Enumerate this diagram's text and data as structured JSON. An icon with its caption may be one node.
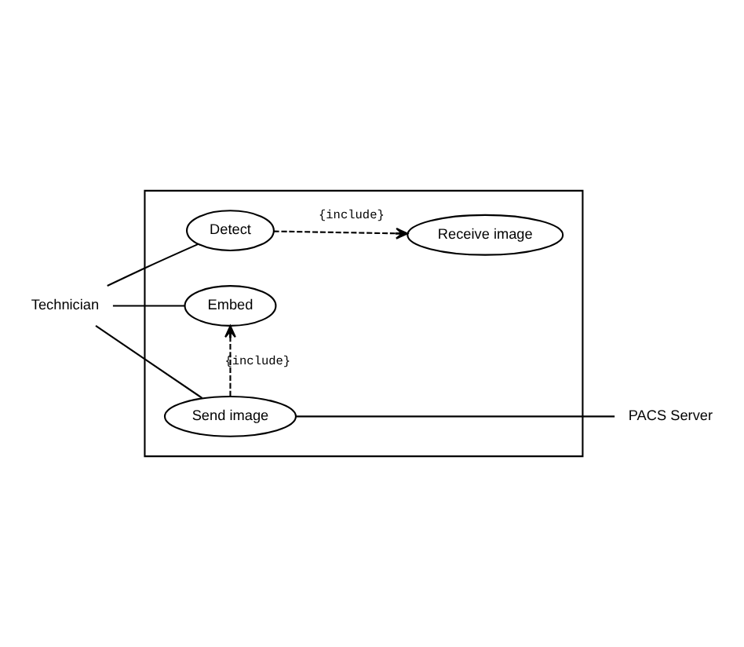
{
  "diagram": {
    "nodes": [
      {
        "text": [
          "Technician"
        ]
      },
      {
        "text": [],
        "shape": "box"
      },
      {
        "text": [
          "Detect"
        ],
        "in": 1
      },
      {
        "text": [
          "Receive image"
        ],
        "in": 1
      },
      {
        "text": [
          "Embed"
        ],
        "in": 1
      },
      {
        "text": [
          "Send image"
        ],
        "in": 1
      },
      {
        "text": [
          "PACS Server"
        ]
      }
    ],
    "edges": [
      {
        "from": 0,
        "to": 2,
        "arrow": "none"
      },
      {
        "from": 0,
        "to": 4,
        "arrow": "none"
      },
      {
        "from": 0,
        "to": 5,
        "arrow": "none"
      },
      {
        "from": 2,
        "to": 3,
        "arrow": "to",
        "style": "dashed",
        "label": "{include}"
      },
      {
        "from": 5,
        "to": 4,
        "arrow": "to",
        "style": "dashed",
        "label": "{include}"
      },
      {
        "from": 5,
        "to": 6,
        "arrow": "none"
      }
    ]
  }
}
